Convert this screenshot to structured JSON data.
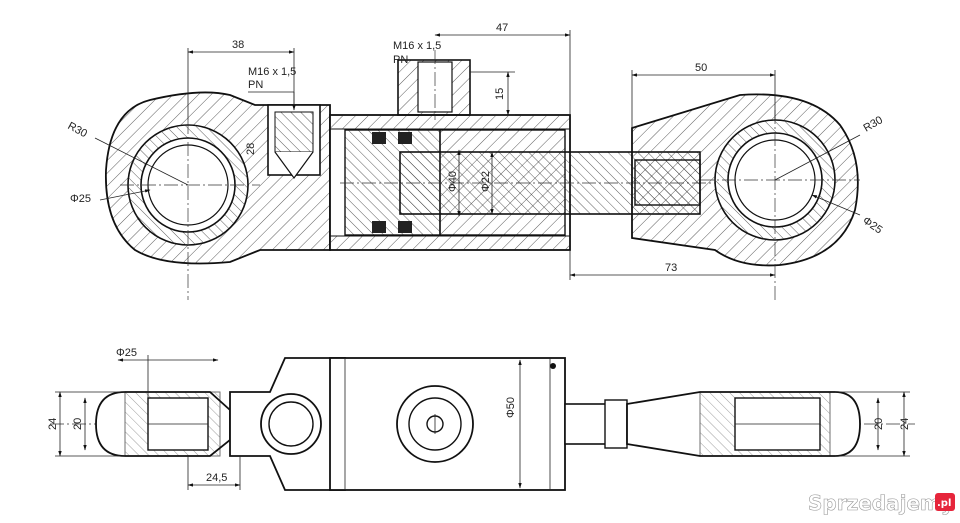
{
  "top_view": {
    "dims": {
      "d38": "38",
      "d47": "47",
      "d50": "50",
      "d73": "73",
      "d15": "15",
      "d28": "28",
      "r30_left": "R30",
      "r30_right": "R30",
      "phi25_left": "Φ25",
      "phi25_right": "Φ25",
      "phi40": "Φ40",
      "phi22": "Φ22"
    },
    "port_left": {
      "thread": "M16 x 1,5",
      "type": "PN"
    },
    "port_top": {
      "thread": "M16 x 1,5",
      "type": "PN"
    }
  },
  "bottom_view": {
    "dims": {
      "phi25": "Φ25",
      "d24_5": "24,5",
      "phi50": "Φ50",
      "d24_left": "24",
      "d20_left": "20",
      "d20_right": "20",
      "d24_right": "24"
    }
  },
  "watermark": {
    "brand": "Sprzedajemy",
    "tld": ".pl",
    "color": "#e2001a"
  }
}
